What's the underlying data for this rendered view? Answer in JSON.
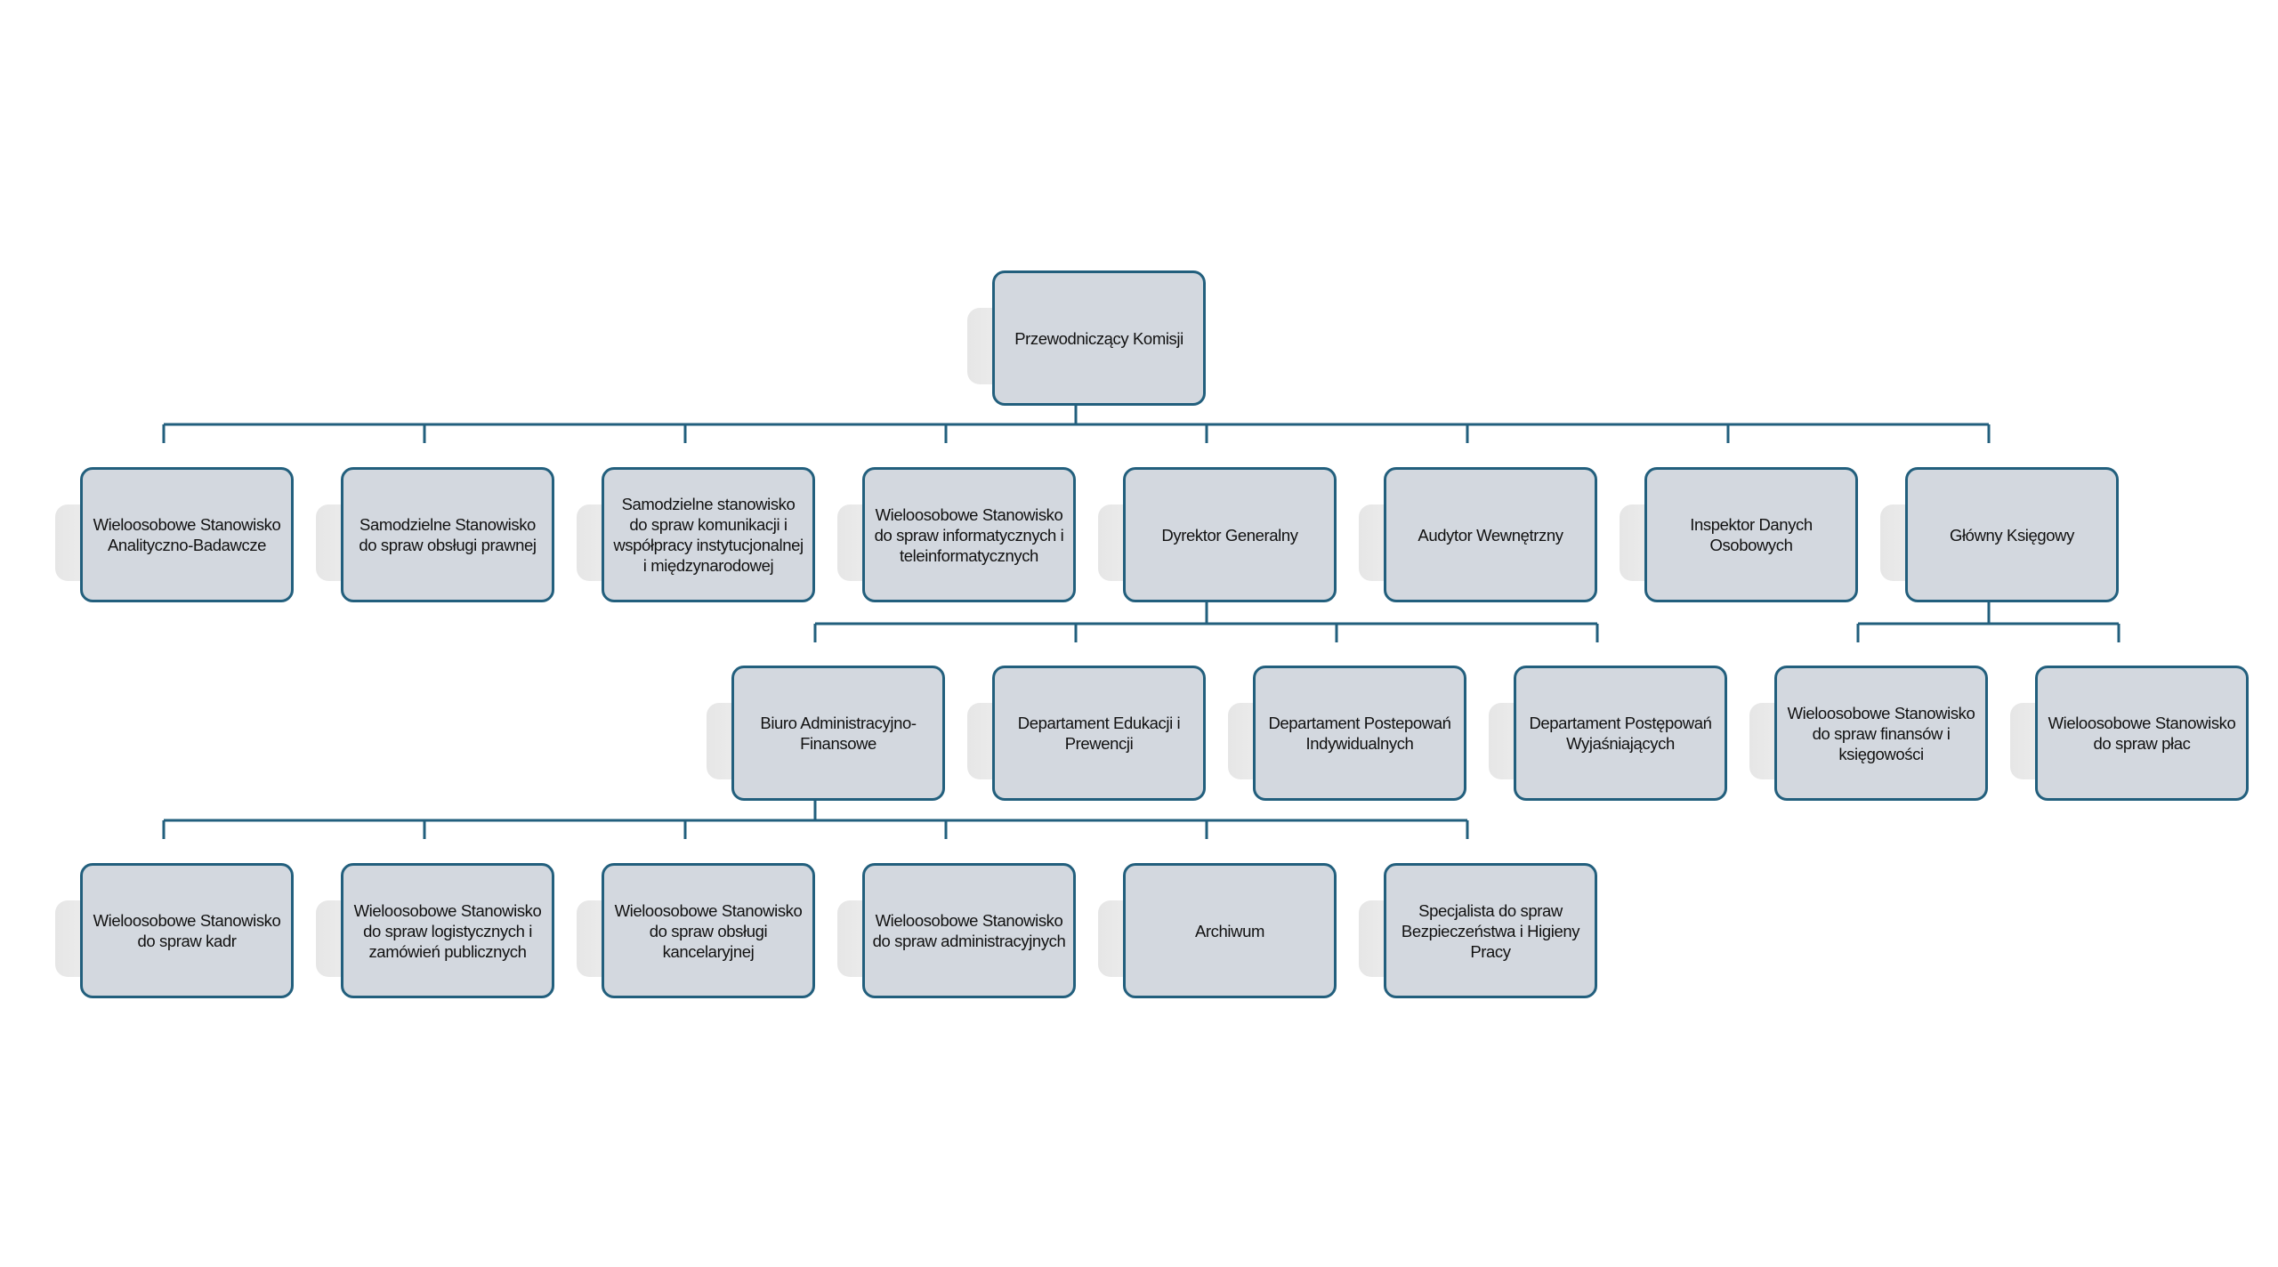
{
  "colors": {
    "border": "#225f7d",
    "fill": "#d3d8df",
    "connector": "#225f7d"
  },
  "root": "Przewodniczący Komisji",
  "level1": [
    "Wieloosobowe Stanowisko Analityczno-Badawcze",
    "Samodzielne Stanowisko do spraw obsługi prawnej",
    "Samodzielne stanowisko do spraw komunikacji i współpracy instytucjonalnej i międzynarodowej",
    "Wieloosobowe Stanowisko do spraw informatycznych i teleinformatycznych",
    "Dyrektor Generalny",
    "Audytor Wewnętrzny",
    "Inspektor Danych Osobowych",
    "Główny Księgowy"
  ],
  "dyrektor_children": [
    "Biuro Administracyjno-Finansowe",
    "Departament Edukacji i Prewencji",
    "Departament Postepowań Indywidualnych",
    "Departament Postępowań Wyjaśniających"
  ],
  "ksiegowy_children": [
    "Wieloosobowe Stanowisko do spraw finansów i księgowości",
    "Wieloosobowe Stanowisko do spraw płac"
  ],
  "biuro_children": [
    "Wieloosobowe Stanowisko do spraw kadr",
    "Wieloosobowe Stanowisko do spraw logistycznych i zamówień publicznych",
    "Wieloosobowe Stanowisko do spraw obsługi kancelaryjnej",
    "Wieloosobowe Stanowisko do spraw administracyjnych",
    "Archiwum",
    "Specjalista do spraw Bezpieczeństwa i Higieny Pracy"
  ]
}
